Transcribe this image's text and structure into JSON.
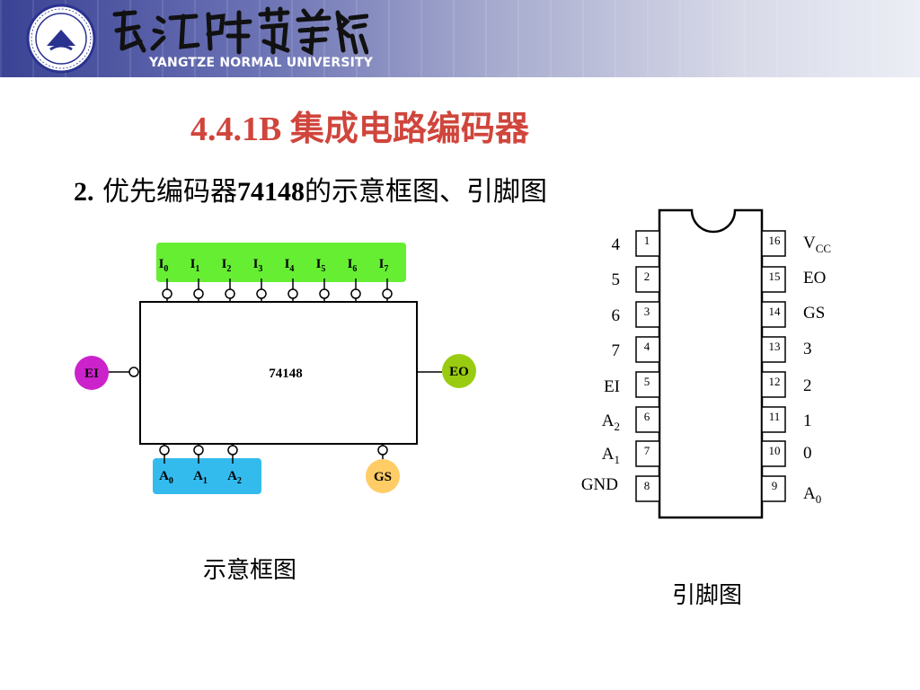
{
  "header": {
    "university_cn": "長江師範學院",
    "university_en": "YANGTZE NORMAL UNIVERSITY"
  },
  "title": "4.4.1B  集成电路编码器",
  "subtitle": {
    "number": "2.",
    "text_a": " 优先编码器",
    "chip": "74148",
    "text_b": "的示意框图、引脚图"
  },
  "block_diagram": {
    "chip_label": "74148",
    "input_label": "I",
    "input_subscripts": [
      "0",
      "1",
      "2",
      "3",
      "4",
      "5",
      "6",
      "7"
    ],
    "output_label": "A",
    "output_subscripts": [
      "0",
      "1",
      "2"
    ],
    "ei_label": "EI",
    "eo_label": "EO",
    "gs_label": "GS",
    "colors": {
      "inputs_bg": "#66ee33",
      "outputs_bg": "#33bbee",
      "ei": "#cc22cc",
      "eo": "#99cc11",
      "gs": "#ffcc66"
    }
  },
  "pinout": {
    "left_pins": [
      {
        "num": "1",
        "label": "4",
        "sub": ""
      },
      {
        "num": "2",
        "label": "5",
        "sub": ""
      },
      {
        "num": "3",
        "label": "6",
        "sub": ""
      },
      {
        "num": "4",
        "label": "7",
        "sub": ""
      },
      {
        "num": "5",
        "label": "EI",
        "sub": ""
      },
      {
        "num": "6",
        "label": "A",
        "sub": "2"
      },
      {
        "num": "7",
        "label": "A",
        "sub": "1"
      },
      {
        "num": "8",
        "label": "GND",
        "sub": ""
      }
    ],
    "right_pins": [
      {
        "num": "16",
        "label": "V",
        "sub": "CC"
      },
      {
        "num": "15",
        "label": "EO",
        "sub": ""
      },
      {
        "num": "14",
        "label": "GS",
        "sub": ""
      },
      {
        "num": "13",
        "label": "3",
        "sub": ""
      },
      {
        "num": "12",
        "label": "2",
        "sub": ""
      },
      {
        "num": "11",
        "label": "1",
        "sub": ""
      },
      {
        "num": "10",
        "label": "0",
        "sub": ""
      },
      {
        "num": "9",
        "label": "A",
        "sub": "0"
      }
    ]
  },
  "captions": {
    "block": "示意框图",
    "pinout": "引脚图"
  }
}
